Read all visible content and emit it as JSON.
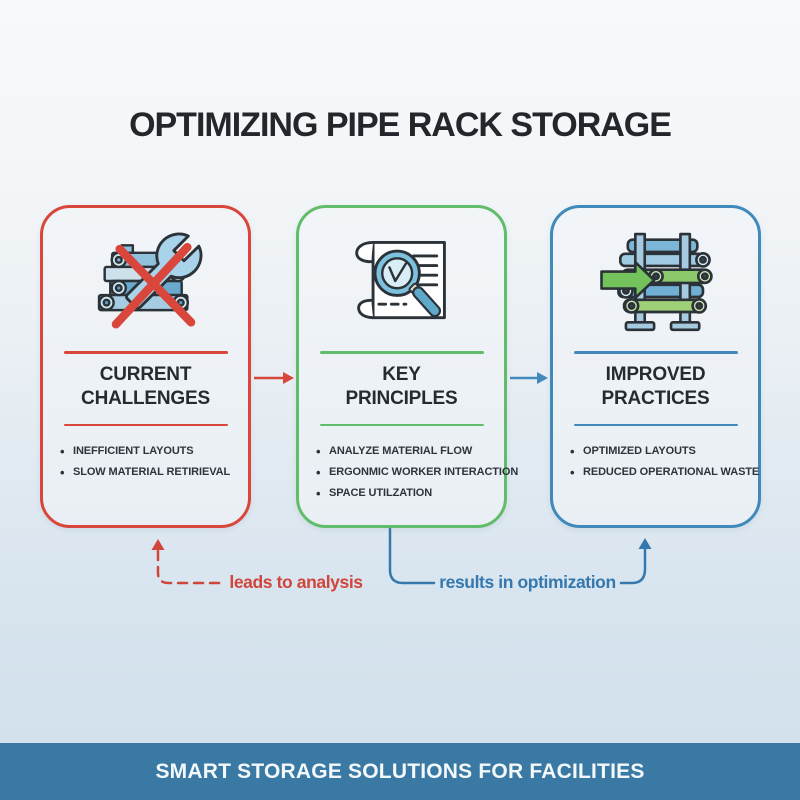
{
  "title": "OPTIMIZING PIPE RACK STORAGE",
  "colors": {
    "red_accent": "#d8463c",
    "green_accent": "#62bd6a",
    "blue_accent": "#4089ba",
    "footer_bg": "#3a79a4",
    "heading_text": "#262b30",
    "annotation_red": "#d0453c",
    "annotation_blue": "#3478ae"
  },
  "cards": [
    {
      "title": "CURRENT CHALLENGES",
      "accent": "#d8463c",
      "icon": "crossed-pipes-wrench-icon",
      "bullets": [
        "INEFFICIENT LAYOUTS",
        "SLOW MATERIAL RETIRIEVAL"
      ]
    },
    {
      "title": "KEY PRINCIPLES",
      "accent": "#62bd6a",
      "icon": "blueprint-magnifier-icon",
      "bullets": [
        "ANALYZE MATERIAL FLOW",
        "ERGONMIC WORKER INTERACTION",
        "SPACE UTILZATION"
      ]
    },
    {
      "title": "IMPROVED PRACTICES",
      "accent": "#4089ba",
      "icon": "organized-pipe-rack-icon",
      "bullets": [
        "OPTIMIZED LAYOUTS",
        "REDUCED OPERATIONAL WASTE"
      ]
    }
  ],
  "connectors": {
    "leads_label": "leads to analysis",
    "results_label": "results in optimization"
  },
  "footer": {
    "text": "SMART STORAGE SOLUTIONS FOR FACILITIES"
  }
}
